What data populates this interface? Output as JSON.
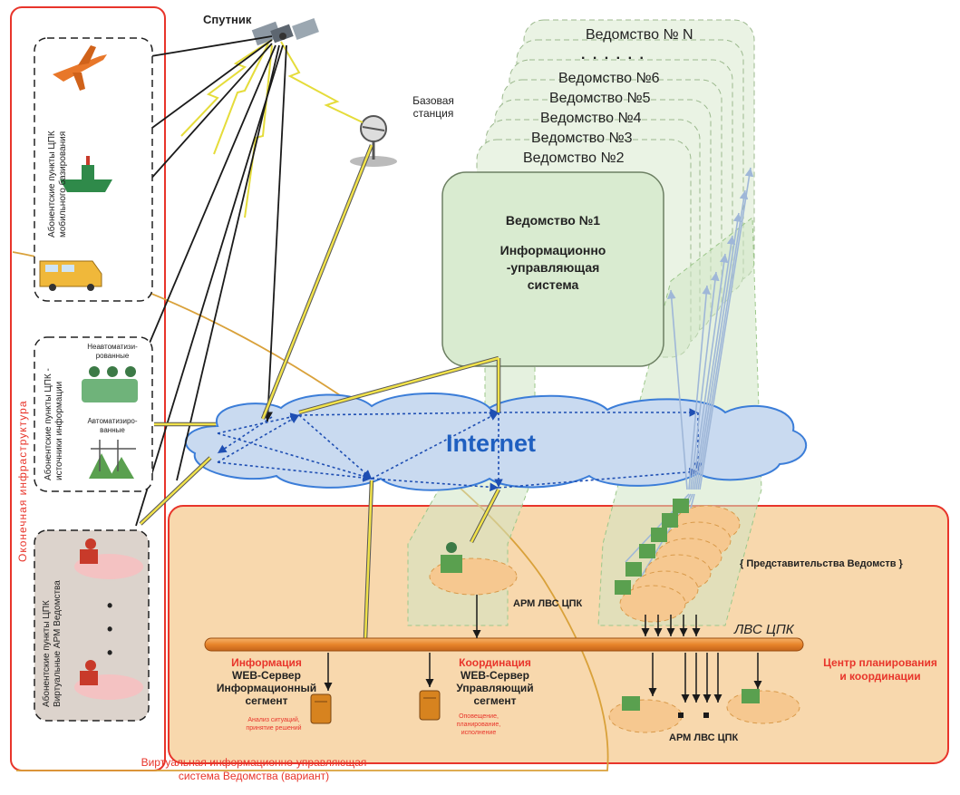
{
  "satellite": {
    "label": "Спутник"
  },
  "base_station": {
    "line1": "Базовая",
    "line2": "станция"
  },
  "agencies": {
    "stack": [
      "Ведомство № N",
      "Ведомство №6",
      "Ведомство №5",
      "Ведомство №4",
      "Ведомство №3",
      "Ведомство №2"
    ],
    "dots": ". . . . . .",
    "main_title": "Ведомство №1",
    "main_line2": "Информационно",
    "main_line3": "-управляющая",
    "main_line4": "система"
  },
  "internet": {
    "label": "Internet"
  },
  "left_panel": {
    "infrastructure": "Оконечная   инфраструктура",
    "mobile_group_l1": "Абонентские пункты ЦПК",
    "mobile_group_l2": "мобильного базирования",
    "source_group_l1": "Абонентские пункты ЦПК -",
    "source_group_l2": "источники информации",
    "non_automated_l1": "Неавтоматизи-",
    "non_automated_l2": "рованные",
    "automated_l1": "Автоматизиро-",
    "automated_l2": "ванные",
    "virtual_group_l1": "Абонентские пункты ЦПК",
    "virtual_group_l2": "Виртуальные АРМ Ведомства",
    "ellipsis": "•"
  },
  "center": {
    "lan_label": "ЛВС ЦПК",
    "representations": "{ Представительства  Ведомств }",
    "arm_upper": "АРМ ЛВС ЦПК",
    "arm_lower": "АРМ ЛВС ЦПК",
    "planning_l1": "Центр планирования",
    "planning_l2": "и координации",
    "info_title": "Информация",
    "info_l1": "WEB-Сервер",
    "info_l2": "Информационный",
    "info_l3": "сегмент",
    "info_small_l1": "Анализ ситуаций,",
    "info_small_l2": "принятие решений",
    "coord_title": "Координация",
    "coord_l1": "WEB-Сервер",
    "coord_l2": "Управляющий",
    "coord_l3": "сегмент",
    "coord_small_l1": "Оповещение,",
    "coord_small_l2": "планирование,",
    "coord_small_l3": "исполнение"
  },
  "footer": {
    "line1": "Виртуальная  информационно-управляющая",
    "line2": "система Ведомства (вариант)"
  },
  "colors": {
    "red_frame": "#e8352b",
    "green_fill": "#e3efdc",
    "orange_fill": "#f8d8ad",
    "cloud_fill": "#c9daf0",
    "cloud_stroke": "#3b7dd8",
    "bus": "#e8842a",
    "yellow_link": "#f1e24a"
  }
}
